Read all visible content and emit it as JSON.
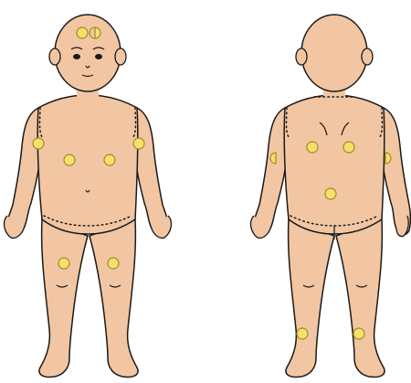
{
  "colors": {
    "skin": "#f2c6a2",
    "outline": "#1a1a1a",
    "marker_fill": "#f5e06a",
    "marker_stroke": "#a08a2a"
  },
  "figures": [
    {
      "view": "front",
      "markers": [
        "forehead-full",
        "forehead-half",
        "right-upper-arm",
        "left-upper-arm",
        "right-chest",
        "left-chest",
        "right-thigh",
        "left-thigh"
      ]
    },
    {
      "view": "back",
      "markers": [
        "right-shoulder-blade",
        "left-shoulder-blade",
        "right-arm-half",
        "left-arm-half",
        "lower-back",
        "right-calf",
        "left-calf"
      ]
    }
  ]
}
